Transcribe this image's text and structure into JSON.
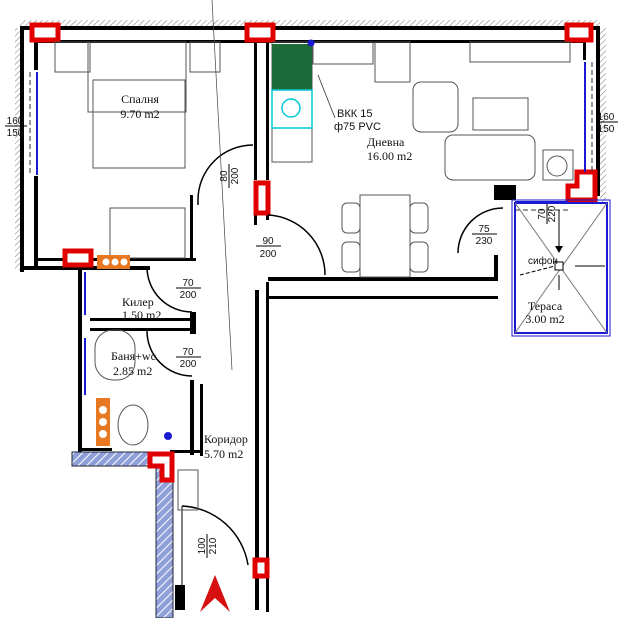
{
  "rooms": {
    "bedroom": {
      "name": "Спалня",
      "area": "9.70 m2"
    },
    "living": {
      "name": "Дневна",
      "area": "16.00 m2"
    },
    "storage": {
      "name": "Килер",
      "area": "1.50 m2"
    },
    "bathroom": {
      "name": "Баня+wc",
      "area": "2.85 m2"
    },
    "corridor": {
      "name": "Коридор",
      "area": "5.70 m2"
    },
    "terrace": {
      "name": "Тераса",
      "area": "3.00 m2"
    }
  },
  "dimensions": {
    "window_left": {
      "w": "160",
      "h": "150"
    },
    "window_right": {
      "w": "160",
      "h": "150"
    },
    "door_bedroom": {
      "w": "80",
      "h": "200"
    },
    "door_living": {
      "w": "90",
      "h": "200"
    },
    "door_storage": {
      "w": "70",
      "h": "200"
    },
    "door_bath": {
      "w": "70",
      "h": "200"
    },
    "door_entrance": {
      "w": "100",
      "h": "210"
    },
    "door_terrace": {
      "w": "75",
      "h": "230"
    },
    "window_terrace": {
      "w": "70",
      "h": "220"
    }
  },
  "notes": {
    "drain_line1": "ВКК 15",
    "drain_line2": "ф75 PVC",
    "siphon": "сифон"
  },
  "colors": {
    "column": "#e00000",
    "window": "#1a1ad0",
    "stove": "#1e6b3a",
    "washer": "#00c8d8",
    "heater": "#e87722"
  }
}
